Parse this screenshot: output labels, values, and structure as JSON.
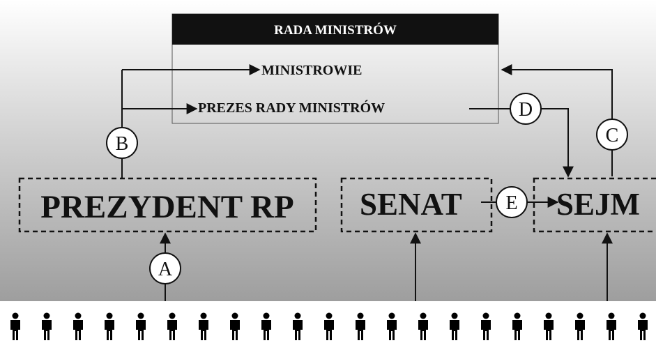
{
  "council": {
    "title": "RADA MINISTRÓW",
    "ministers": "MINISTROWIE",
    "prime_minister": "PREZES RADY MINISTRÓW"
  },
  "bodies": {
    "president": "PREZYDENT RP",
    "senate": "SENAT",
    "sejm": "SEJM"
  },
  "markers": {
    "a": "A",
    "b": "B",
    "c": "C",
    "d": "D",
    "e": "E"
  },
  "citizens_icon": "person-icon",
  "citizens_count": 21
}
